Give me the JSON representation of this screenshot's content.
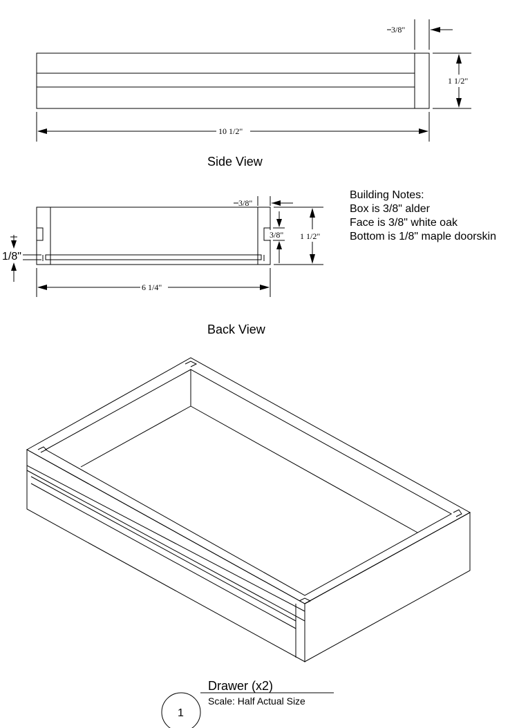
{
  "side_view": {
    "title": "Side View",
    "dim_thickness": "3/8\"",
    "dim_height": "1 1/2\"",
    "dim_length": "10 1/2\""
  },
  "back_view": {
    "title": "Back View",
    "dim_thickness": "3/8\"",
    "dim_height": "1 1/2\"",
    "dim_groove": "3/8\"",
    "dim_bottom": "1/8\"",
    "dim_width": "6 1/4\""
  },
  "notes": {
    "heading": "Building Notes:",
    "lines": [
      "Box is 3/8\" alder",
      "Face is 3/8\" white oak",
      "Bottom is 1/8\" maple doorskin"
    ]
  },
  "title_block": {
    "number": "1",
    "title": "Drawer (x2)",
    "scale": "Scale: Half Actual Size"
  }
}
